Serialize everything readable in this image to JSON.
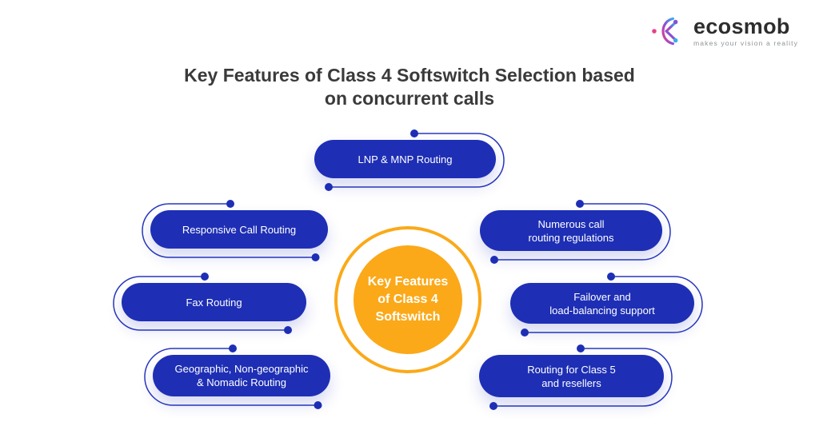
{
  "brand": {
    "name": "ecosmob",
    "tagline": "makes your vision a reality"
  },
  "title": {
    "line1": "Key Features of Class 4 Softswitch Selection based",
    "line2": "on concurrent calls"
  },
  "center_circle": {
    "line1": "Key Features",
    "line2": "of Class 4",
    "line3": "Softswitch"
  },
  "features": [
    {
      "line1": "LNP & MNP Routing"
    },
    {
      "line1": "Responsive Call Routing"
    },
    {
      "line1": "Fax Routing"
    },
    {
      "line1": "Geographic, Non-geographic",
      "line2": "& Nomadic Routing"
    },
    {
      "line1": "Numerous call",
      "line2": "routing regulations"
    },
    {
      "line1": "Failover and",
      "line2": "load-balancing support"
    },
    {
      "line1": "Routing for Class 5",
      "line2": "and resellers"
    }
  ],
  "colors": {
    "pill_blue": "#1E2FB5",
    "outline_blue": "#2737BE",
    "accent_orange": "#FBA919",
    "title_text": "#3A3A3A",
    "brand_text": "#2D2D2D",
    "tagline_gray": "#8F9398",
    "pill_text": "#FFFFFF"
  }
}
